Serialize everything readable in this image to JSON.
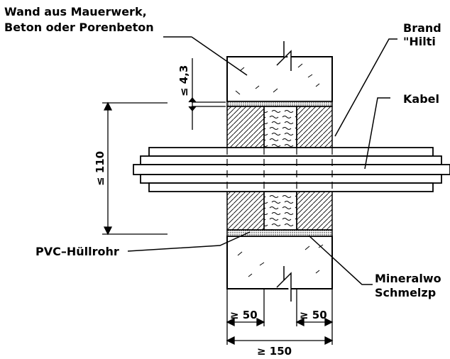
{
  "labels": {
    "wall_line1": "Wand aus Mauerwerk,",
    "wall_line2": "Beton oder Porenbeton",
    "brand_line1": "Brand",
    "brand_line2": "\"Hilti",
    "kabel": "Kabel",
    "pvc": "PVC–Hüllrohr",
    "mineral_line1": "Mineralwo",
    "mineral_line2": "Schmelzp"
  },
  "dimensions": {
    "top_gap": "≤ 4,3",
    "height": "≤ 110",
    "left_width": "≥ 50",
    "right_width": "≥ 50",
    "total_width": "≥ 150"
  }
}
